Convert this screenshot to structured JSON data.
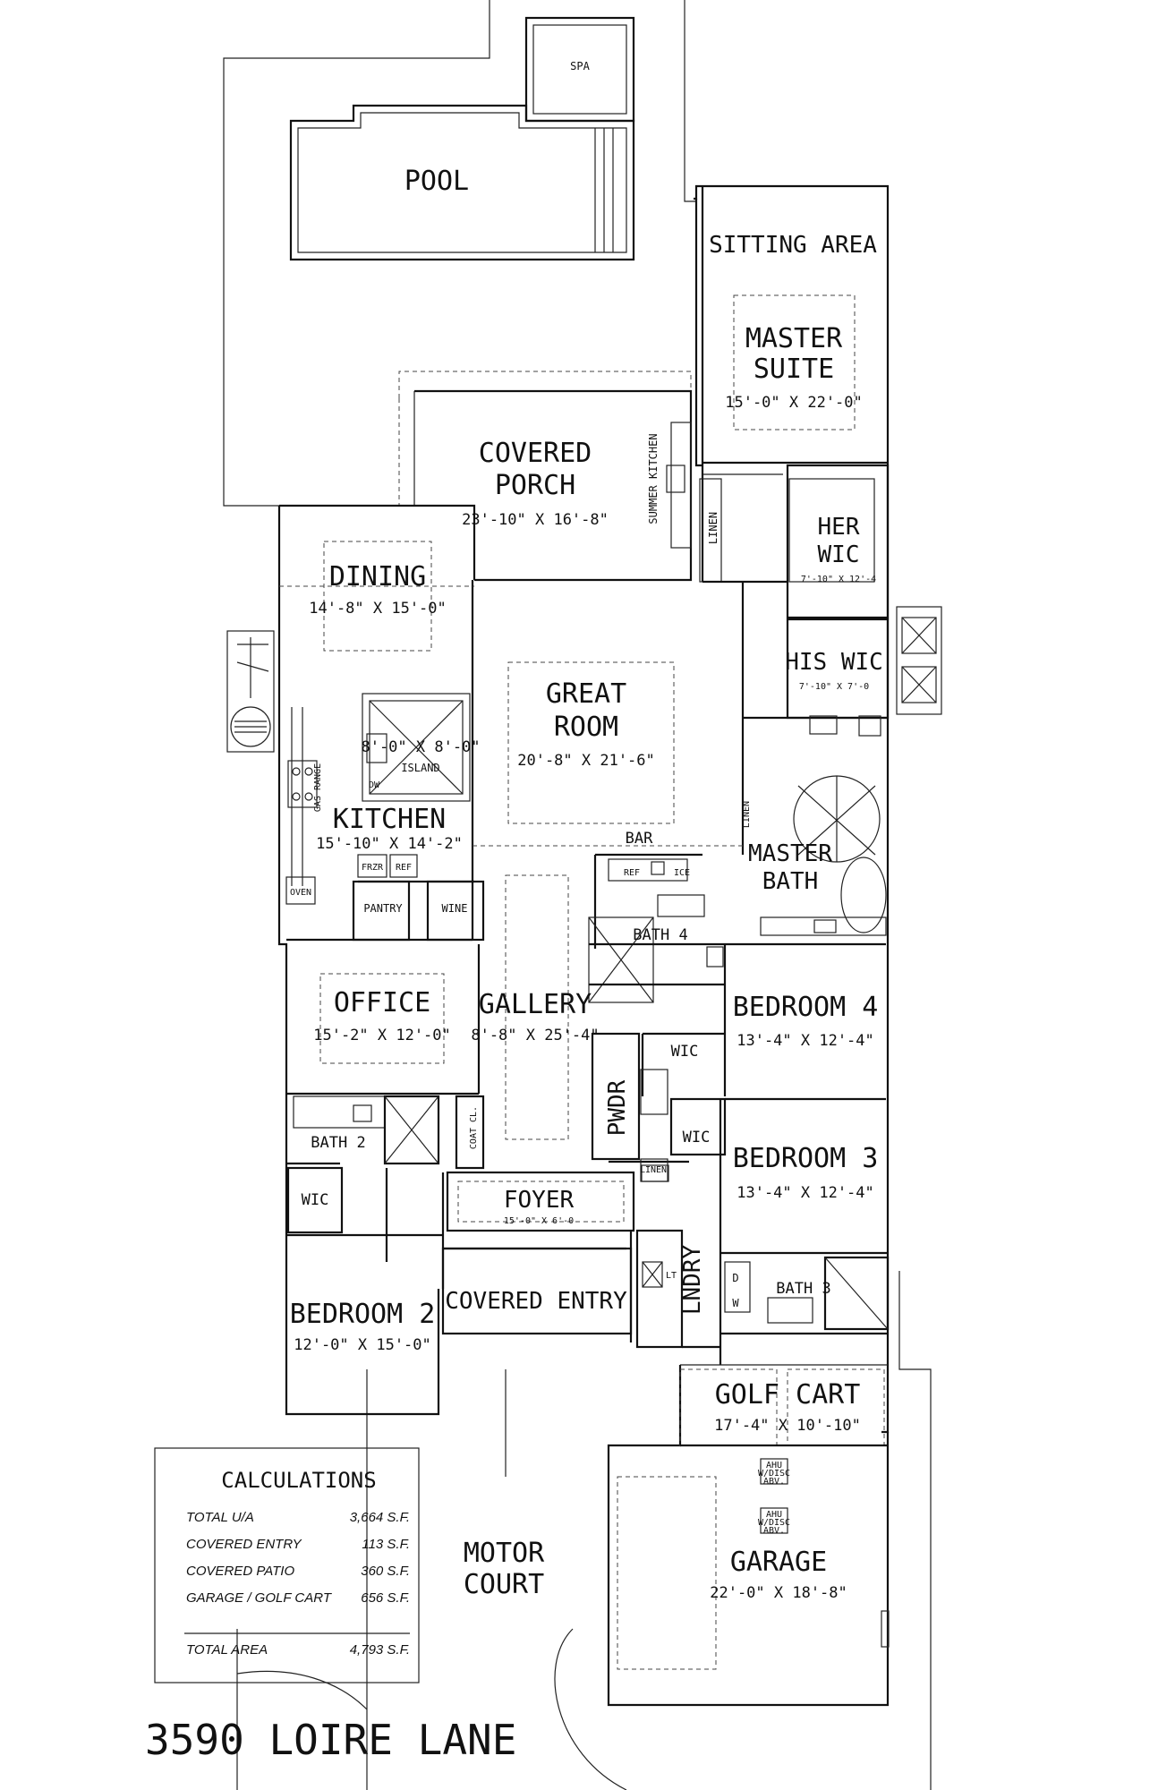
{
  "plan": {
    "address": "3590 LOIRE LANE",
    "outdoor": {
      "spa": "SPA",
      "pool": "POOL",
      "covered_porch_line1": "COVERED",
      "covered_porch_line2": "PORCH",
      "covered_porch_dim": "23'-10\" X 16'-8\"",
      "summer_kitchen": "SUMMER KITCHEN",
      "motor_court_line1": "MOTOR",
      "motor_court_line2": "COURT"
    },
    "rooms": {
      "sitting_area": "SITTING AREA",
      "master_suite_line1": "MASTER",
      "master_suite_line2": "SUITE",
      "master_suite_dim": "15'-0\" X 22'-0\"",
      "linen_upper": "LINEN",
      "her_wic_line1": "HER",
      "her_wic_line2": "WIC",
      "her_wic_dim": "7'-10\" X 12'-4",
      "his_wic": "HIS WIC",
      "his_wic_dim": "7'-10\" X 7'-0",
      "dining": "DINING",
      "dining_dim": "14'-8\" X 15'-0\"",
      "island_dim": "8'-0\" X 8'-0\"",
      "island": "ISLAND",
      "dw": "DW",
      "gas_range": "GAS RANGE",
      "great_room_line1": "GREAT",
      "great_room_line2": "ROOM",
      "great_room_dim": "20'-8\" X 21'-6\"",
      "kitchen": "KITCHEN",
      "kitchen_dim": "15'-10\" X 14'-2\"",
      "linen_bath": "LINEN",
      "master_bath_line1": "MASTER",
      "master_bath_line2": "BATH",
      "bar": "BAR",
      "frzr": "FRZR",
      "ref_kitchen": "REF",
      "ref_bar": "REF",
      "ice": "ICE",
      "oven": "OVEN",
      "pantry": "PANTRY",
      "wine": "WINE",
      "bath_4": "BATH 4",
      "office": "OFFICE",
      "office_dim": "15'-2\" X 12'-0\"",
      "gallery": "GALLERY",
      "gallery_dim": "8'-8\" X 25'-4\"",
      "bedroom_4": "BEDROOM 4",
      "bedroom_4_dim": "13'-4\" X 12'-4\"",
      "wic_bed4": "WIC",
      "pwdr": "PWDR",
      "bath_2": "BATH 2",
      "coat_cl": "COAT CL.",
      "wic_bed3": "WIC",
      "bedroom_3": "BEDROOM 3",
      "bedroom_3_dim": "13'-4\" X 12'-4\"",
      "linen_foyer": "LINEN",
      "foyer": "FOYER",
      "foyer_dim": "15'-0\" X 6'-0",
      "wic_bed2": "WIC",
      "covered_entry": "COVERED ENTRY",
      "lt": "LT",
      "lndry": "LNDRY",
      "dryer": "D",
      "washer": "W",
      "bath_3": "BATH 3",
      "bedroom_2": "BEDROOM 2",
      "bedroom_2_dim": "12'-0\" X 15'-0\"",
      "golf_cart": "GOLF CART",
      "golf_cart_dim": "17'-4\" X 10'-10\"",
      "ahu_line1": "AHU",
      "ahu_line2": "W/DISC",
      "ahu_line3": "ABV.",
      "garage": "GARAGE",
      "garage_dim": "22'-0\" X 18'-8\""
    }
  },
  "calculations": {
    "title": "CALCULATIONS",
    "rows": [
      {
        "label": "TOTAL U/A",
        "value": "3,664 S.F."
      },
      {
        "label": "COVERED ENTRY",
        "value": "113 S.F."
      },
      {
        "label": "COVERED PATIO",
        "value": "360 S.F."
      },
      {
        "label": "GARAGE / GOLF CART",
        "value": "656 S.F."
      }
    ],
    "total": {
      "label": "TOTAL AREA",
      "value": "4,793 S.F."
    }
  }
}
